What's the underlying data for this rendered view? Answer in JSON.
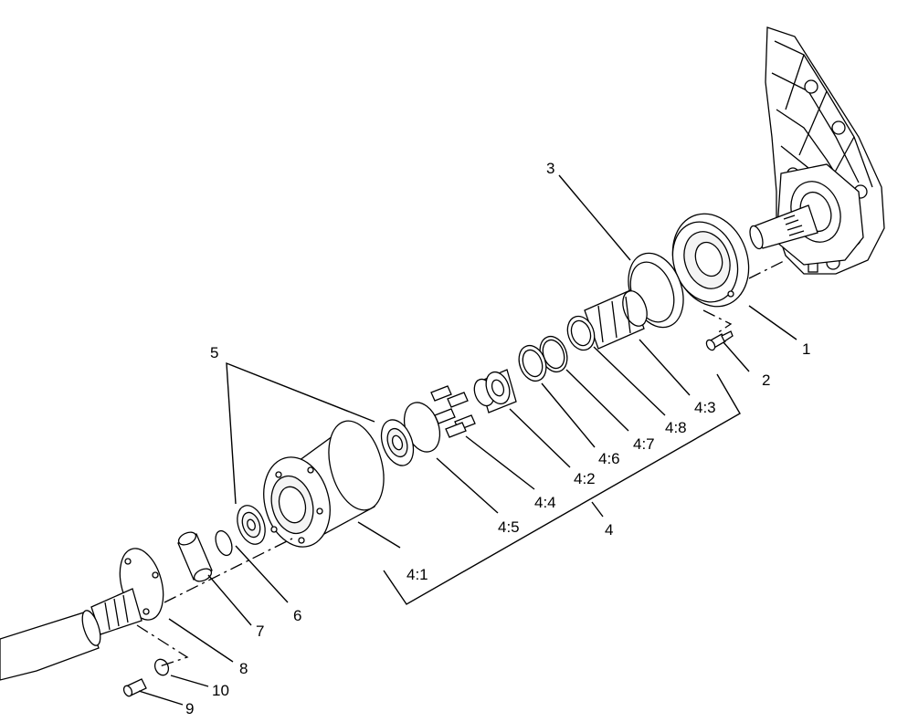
{
  "diagram": {
    "callouts": [
      {
        "id": "1",
        "text": "1"
      },
      {
        "id": "2",
        "text": "2"
      },
      {
        "id": "3",
        "text": "3"
      },
      {
        "id": "4",
        "text": "4"
      },
      {
        "id": "4_1",
        "text": "4:1"
      },
      {
        "id": "4_2",
        "text": "4:2"
      },
      {
        "id": "4_3",
        "text": "4:3"
      },
      {
        "id": "4_4",
        "text": "4:4"
      },
      {
        "id": "4_5",
        "text": "4:5"
      },
      {
        "id": "4_6",
        "text": "4:6"
      },
      {
        "id": "4_7",
        "text": "4:7"
      },
      {
        "id": "4_8",
        "text": "4:8"
      },
      {
        "id": "5",
        "text": "5"
      },
      {
        "id": "6",
        "text": "6"
      },
      {
        "id": "7",
        "text": "7"
      },
      {
        "id": "8",
        "text": "8"
      },
      {
        "id": "9",
        "text": "9"
      },
      {
        "id": "10",
        "text": "10"
      }
    ]
  }
}
